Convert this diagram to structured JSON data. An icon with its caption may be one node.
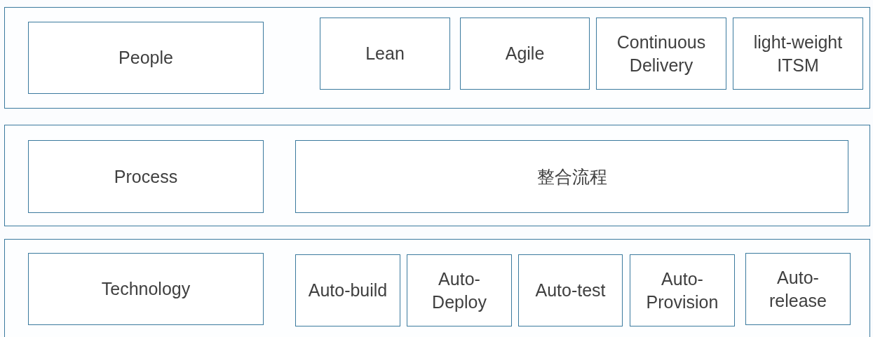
{
  "diagram": {
    "nodes": [
      {
        "text": [],
        "shape": "box"
      },
      {
        "text": [
          "People"
        ],
        "in": 0
      },
      {
        "text": [
          "Lean"
        ],
        "in": 0
      },
      {
        "text": [
          "Agile"
        ],
        "in": 0
      },
      {
        "text": [
          "Continuous Delivery"
        ],
        "in": 0
      },
      {
        "text": [
          "light-weight ITSM"
        ],
        "in": 0
      },
      {
        "text": [],
        "shape": "box"
      },
      {
        "text": [
          "Process"
        ],
        "in": 6
      },
      {
        "text": [
          "整合流程"
        ],
        "in": 6
      },
      {
        "text": [],
        "shape": "box"
      },
      {
        "text": [
          "Technology"
        ],
        "in": 9
      },
      {
        "text": [
          "Auto-build"
        ],
        "in": 9
      },
      {
        "text": [
          "Auto-Deploy"
        ],
        "in": 9
      },
      {
        "text": [
          "Auto-test"
        ],
        "in": 9
      },
      {
        "text": [
          "Auto-Provision"
        ],
        "in": 9
      },
      {
        "text": [
          "Auto-release"
        ],
        "in": 9
      }
    ]
  }
}
